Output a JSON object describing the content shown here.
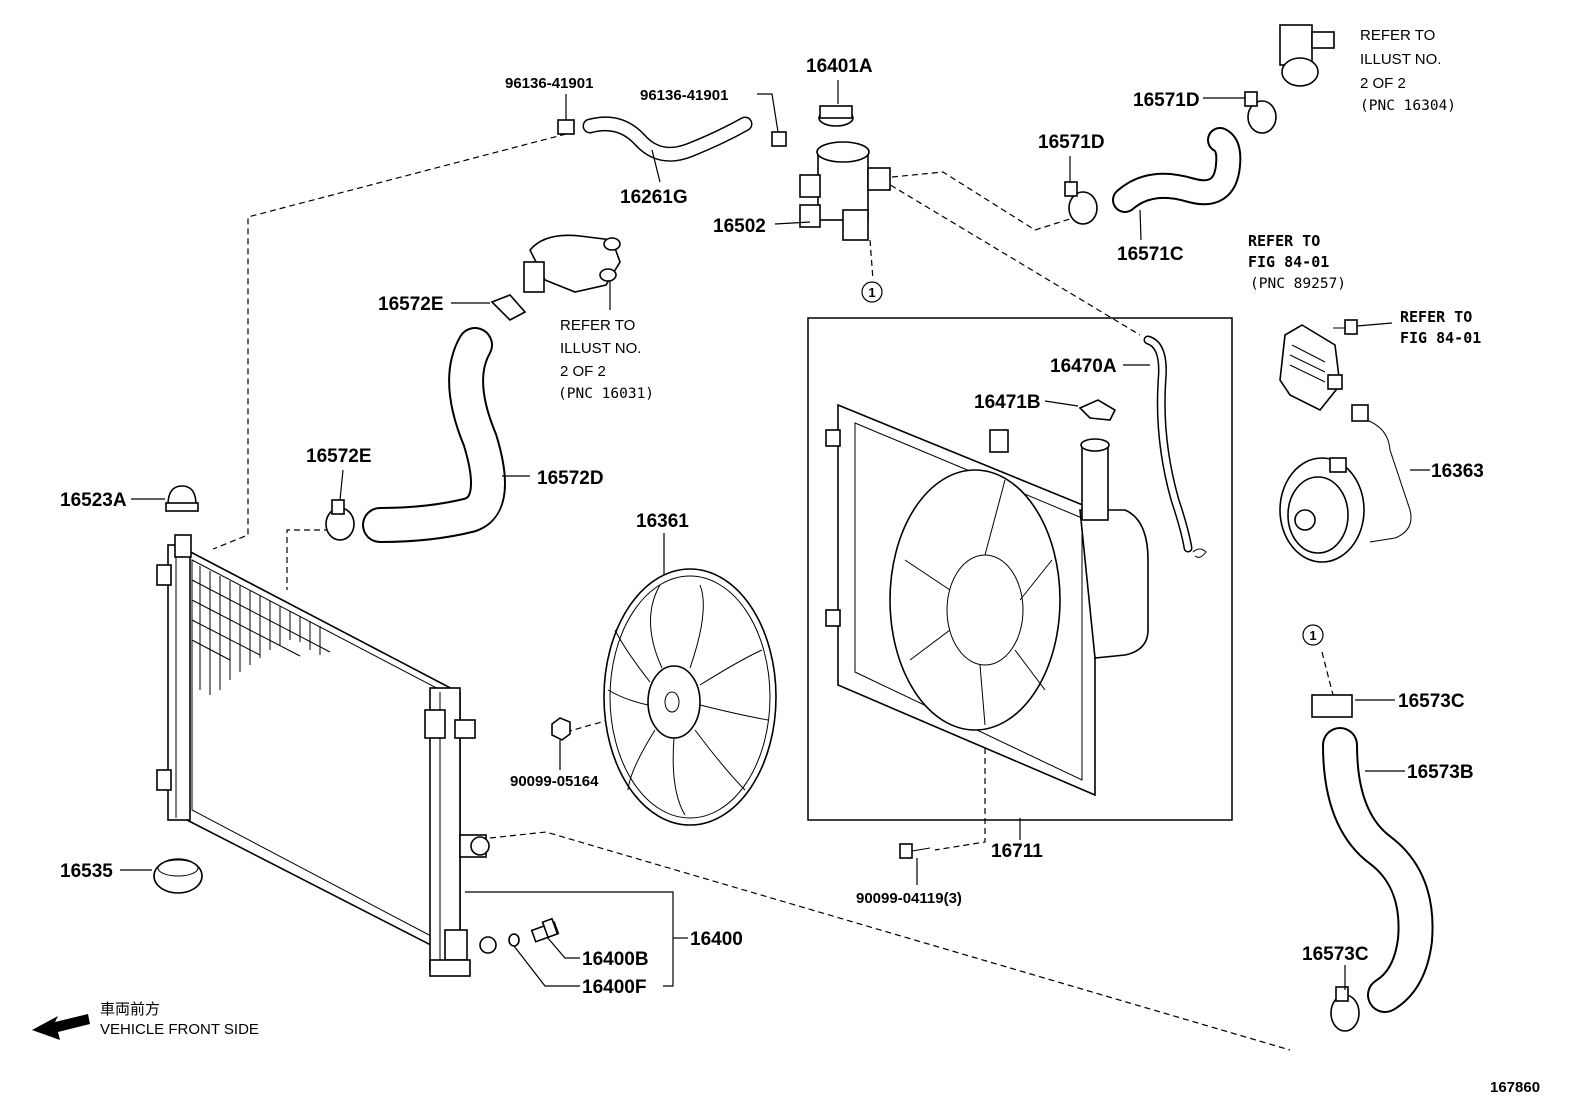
{
  "labels": {
    "p96136_a": "96136-41901",
    "p96136_b": "96136-41901",
    "p16401A": "16401A",
    "p16571D_a": "16571D",
    "p16571D_b": "16571D",
    "p16261G": "16261G",
    "p16502": "16502",
    "p16571C": "16571C",
    "p16572E_a": "16572E",
    "p16572E_b": "16572E",
    "p16523A": "16523A",
    "p16572D": "16572D",
    "p16361": "16361",
    "p16470A": "16470A",
    "p16471B": "16471B",
    "p16363": "16363",
    "p16573C_a": "16573C",
    "p16573B": "16573B",
    "p90099_05164": "90099-05164",
    "p16711": "16711",
    "p90099_04119": "90099-04119(3)",
    "p16535": "16535",
    "p16400": "16400",
    "p16400B": "16400B",
    "p16400F": "16400F",
    "p16573C_b": "16573C"
  },
  "refs": {
    "top_right": [
      "REFER TO",
      "ILLUST NO.",
      "2 OF 2",
      "(PNC 16304)"
    ],
    "left_mid": [
      "REFER TO",
      "ILLUST NO.",
      "2 OF 2",
      "(PNC 16031)"
    ],
    "fig_pnc": [
      "REFER TO",
      "FIG 84-01",
      "(PNC 89257)"
    ],
    "fig_only": [
      "REFER TO",
      "FIG 84-01"
    ]
  },
  "markers": {
    "circle_1_a": "1",
    "circle_1_b": "1"
  },
  "footer": {
    "front_jp": "車両前方",
    "front_en": "VEHICLE FRONT SIDE",
    "illustration_id": "167860"
  }
}
